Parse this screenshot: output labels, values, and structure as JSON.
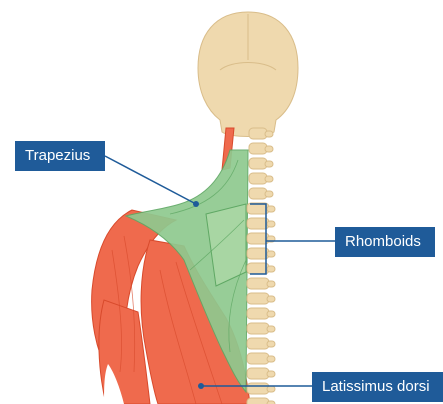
{
  "colors": {
    "label_bg": "#1f5b99",
    "label_text": "#ffffff",
    "leader_line": "#1f5b99",
    "bone": "#efd9ae",
    "bone_outline": "#d9bd8a",
    "red_muscle": "#ef6a4d",
    "red_muscle_dark": "#d84a2c",
    "green_muscle": "#8fc98f",
    "green_muscle_dark": "#5fa864"
  },
  "labels": {
    "trapezius": "Trapezius",
    "rhomboids": "Rhomboids",
    "latissimus": "Latissimus dorsi"
  }
}
